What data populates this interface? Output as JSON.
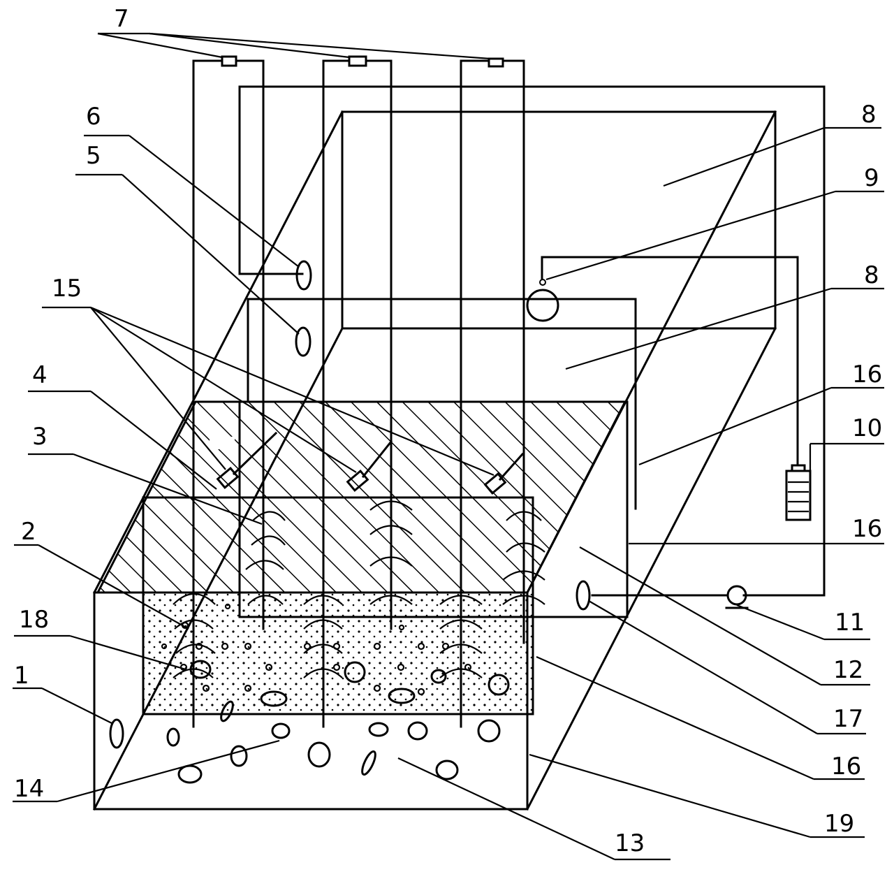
{
  "labels": {
    "l1": "1",
    "l2": "2",
    "l3": "3",
    "l4": "4",
    "l5": "5",
    "l6": "6",
    "l7": "7",
    "l8a": "8",
    "l8b": "8",
    "l9": "9",
    "l10": "10",
    "l11": "11",
    "l12": "12",
    "l13": "13",
    "l14": "14",
    "l15": "15",
    "l16a": "16",
    "l16b": "16",
    "l16c": "16",
    "l17": "17",
    "l18": "18",
    "l19": "19"
  }
}
